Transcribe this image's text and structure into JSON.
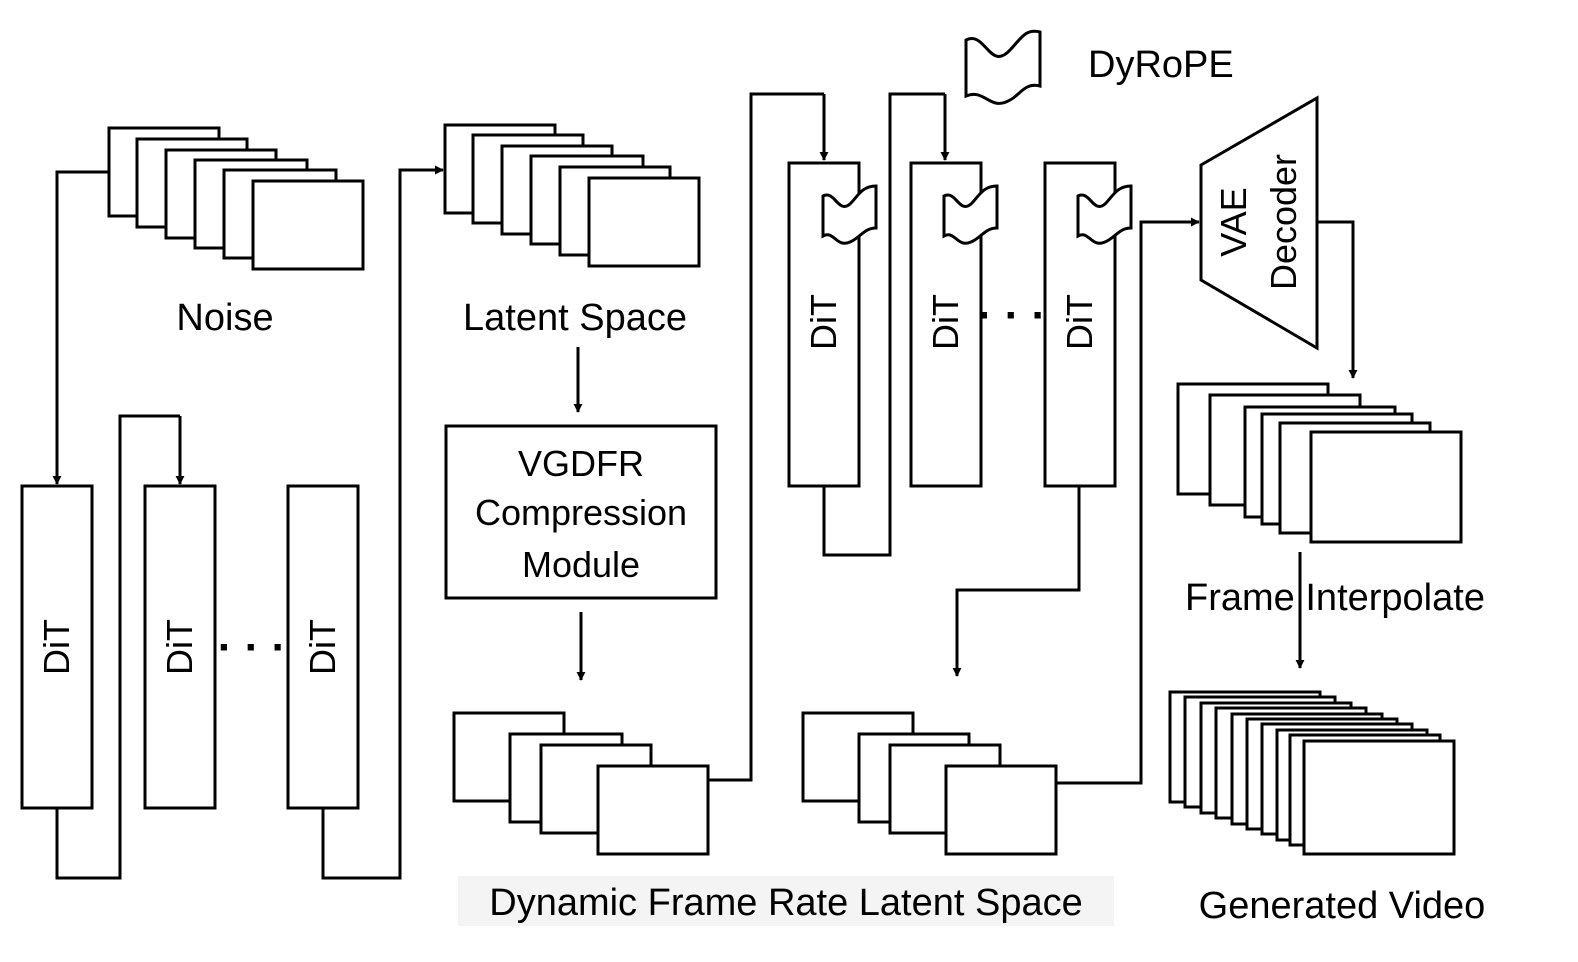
{
  "labels": {
    "noise": "Noise",
    "latent_space": "Latent Space",
    "dyrope": "DyRoPE",
    "frame_interpolate": "Frame Interpolate",
    "dynamic_latent_space": "Dynamic Frame Rate Latent Space",
    "generated_video": "Generated Video"
  },
  "modules": {
    "vgdfr_line1": "VGDFR",
    "vgdfr_line2": "Compression",
    "vgdfr_line3": "Module",
    "vae_line1": "VAE",
    "vae_line2": "Decoder"
  },
  "blocks": {
    "dit": "DiT",
    "ellipsis": "· · ·"
  },
  "colors": {
    "stroke": "#000000",
    "background": "#ffffff",
    "label_highlight": "#f4f4f4"
  }
}
